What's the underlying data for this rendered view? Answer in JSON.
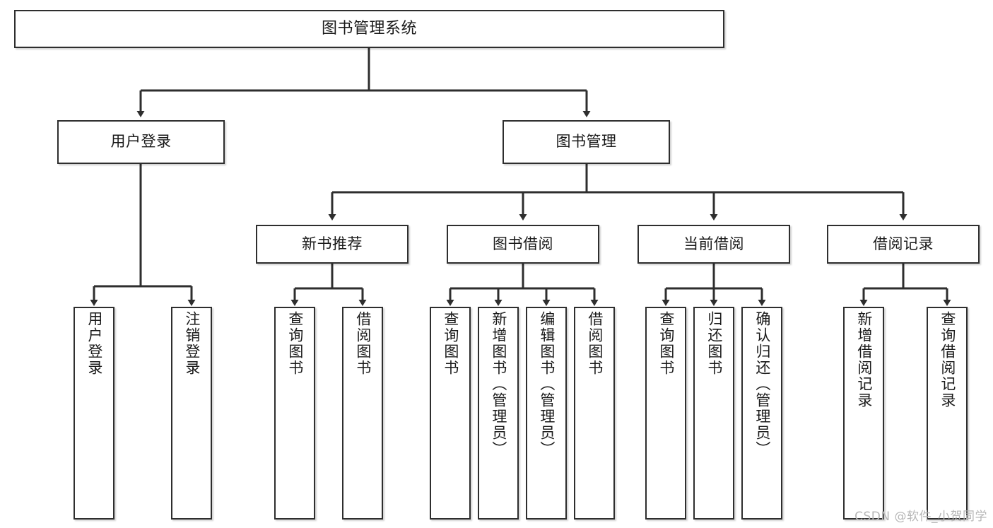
{
  "diagram": {
    "title": "图书管理系统",
    "type": "tree",
    "watermark": "CSDN @软件_小贺同学",
    "colors": {
      "background": "#ffffff",
      "node_border": "#2e2e2e",
      "node_fill": "#ffffff",
      "connector": "#2e2e2e",
      "text": "#1a1a1a",
      "watermark": "#b6b6b6"
    },
    "root": {
      "label": "图书管理系统"
    },
    "level2": [
      {
        "label": "用户登录"
      },
      {
        "label": "图书管理"
      }
    ],
    "level3": [
      {
        "label": "新书推荐"
      },
      {
        "label": "图书借阅"
      },
      {
        "label": "当前借阅"
      },
      {
        "label": "借阅记录"
      }
    ],
    "leaves": {
      "user_login": [
        {
          "label": "用户登录"
        },
        {
          "label": "注销登录"
        }
      ],
      "new_book_recommend": [
        {
          "label": "查询图书"
        },
        {
          "label": "借阅图书"
        }
      ],
      "book_borrow": [
        {
          "label": "查询图书"
        },
        {
          "label": "新增图书（管理员）"
        },
        {
          "label": "编辑图书（管理员）"
        },
        {
          "label": "借阅图书"
        }
      ],
      "current_borrow": [
        {
          "label": "查询图书"
        },
        {
          "label": "归还图书"
        },
        {
          "label": "确认归还（管理员）"
        }
      ],
      "borrow_record": [
        {
          "label": "新增借阅记录"
        },
        {
          "label": "查询借阅记录"
        }
      ]
    }
  }
}
